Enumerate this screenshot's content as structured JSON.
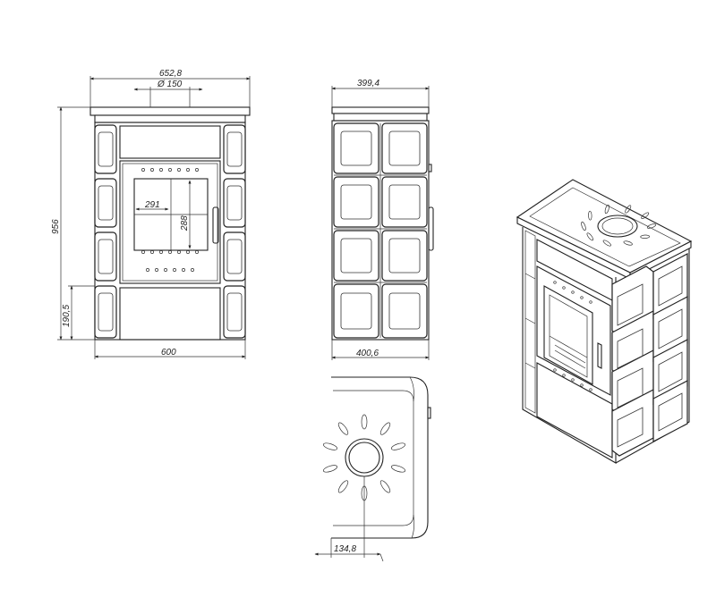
{
  "drawing": {
    "front_view": {
      "overall_width": "652,8",
      "flue_diameter": "Ø 150",
      "height": "956",
      "base_height": "190,5",
      "base_width": "600",
      "window_width": "291",
      "window_height": "288"
    },
    "side_view": {
      "top_width": "399,4",
      "bottom_width": "400,6"
    },
    "top_view": {
      "flue_offset": "134,8"
    }
  }
}
